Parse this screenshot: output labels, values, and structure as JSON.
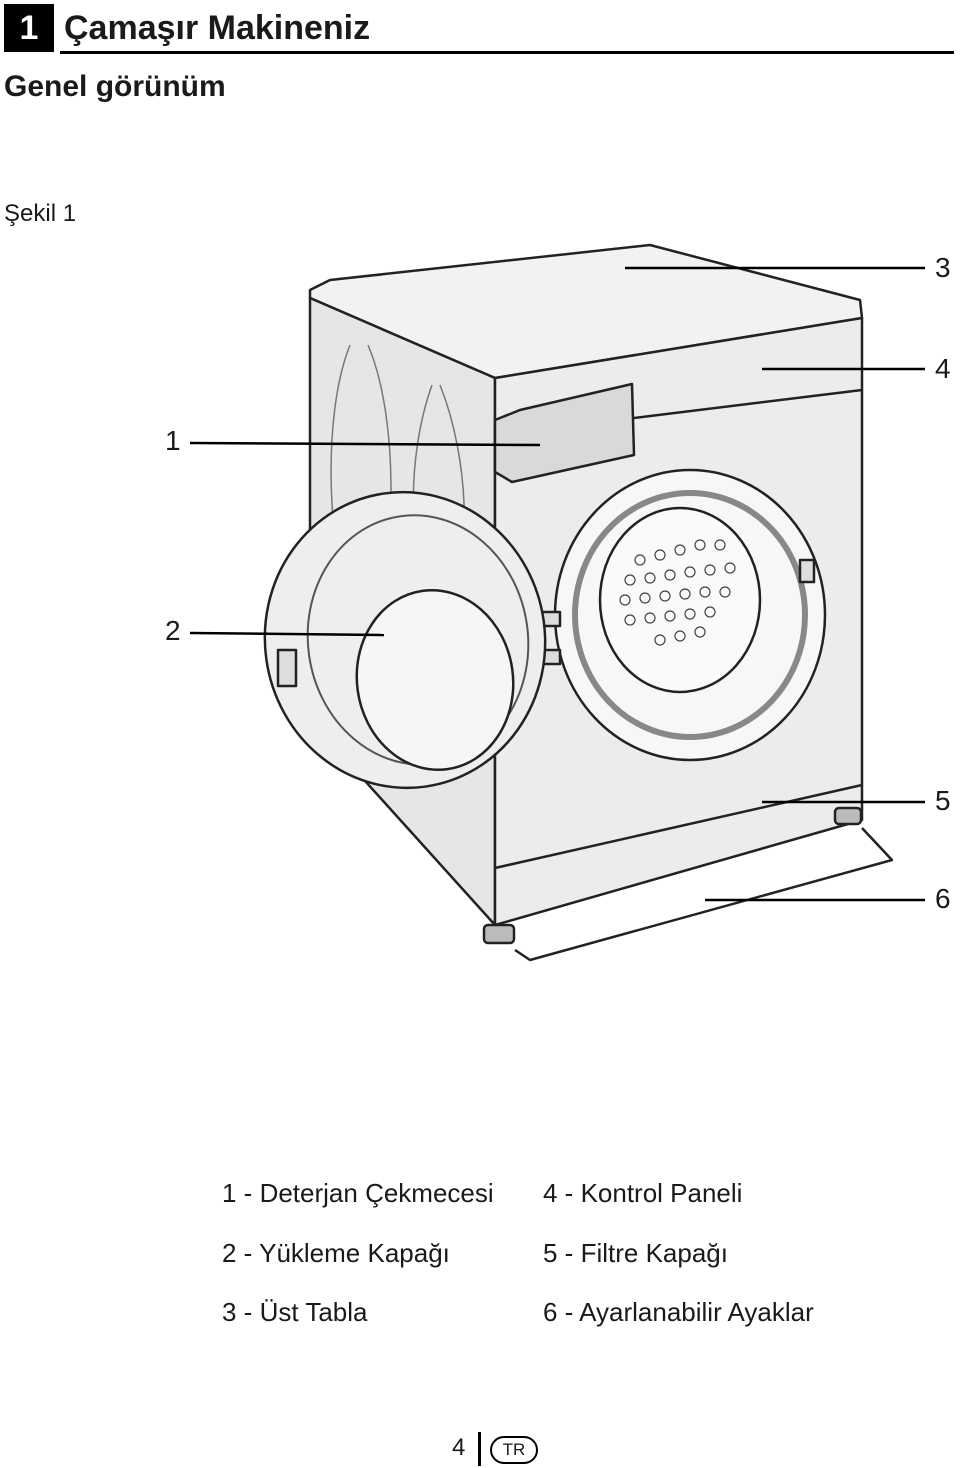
{
  "header": {
    "chapter_number": "1",
    "chapter_title": "Çamaşır Makineniz"
  },
  "section": {
    "subtitle": "Genel görünüm",
    "figure_caption": "Şekil 1"
  },
  "callouts": {
    "c1": "1",
    "c2": "2",
    "c3": "3",
    "c4": "4",
    "c5": "5",
    "c6": "6"
  },
  "legend": {
    "item1": "1 - Deterjan Çekmecesi",
    "item2": "2 - Yükleme Kapağı",
    "item3": "3 - Üst Tabla",
    "item4": "4 - Kontrol Paneli",
    "item5": "5 - Filtre Kapağı",
    "item6": "6 - Ayarlanabilir Ayaklar"
  },
  "footer": {
    "page_number": "4",
    "language": "TR"
  }
}
